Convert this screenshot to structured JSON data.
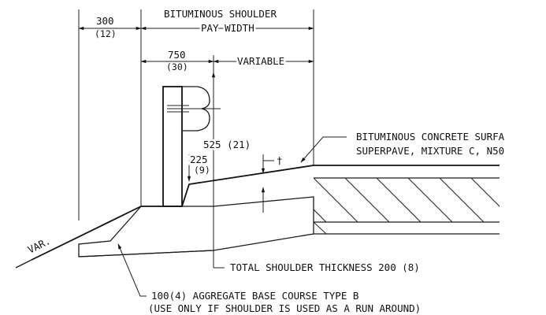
{
  "dims": {
    "offset_mm": "300",
    "offset_in": "(12)",
    "pay_width_line1": "BITUMINOUS SHOULDER",
    "pay_width_line2": "PAY WIDTH",
    "guard_mm": "750",
    "guard_in": "(30)",
    "variable": "VARIABLE",
    "height_525": "525 (21)",
    "height_225_mm": "225",
    "height_225_in": "(9)",
    "t_mark": "†",
    "slope": "VAR."
  },
  "notes": {
    "surface_line1": "BITUMINOUS CONCRETE SURFA",
    "surface_line2": "SUPERPAVE, MIXTURE C, N50",
    "thickness": "TOTAL SHOULDER THICKNESS 200 (8)",
    "base_line1": "100(4) AGGREGATE BASE COURSE TYPE B",
    "base_line2": "(USE ONLY IF SHOULDER IS USED AS A RUN AROUND)"
  }
}
